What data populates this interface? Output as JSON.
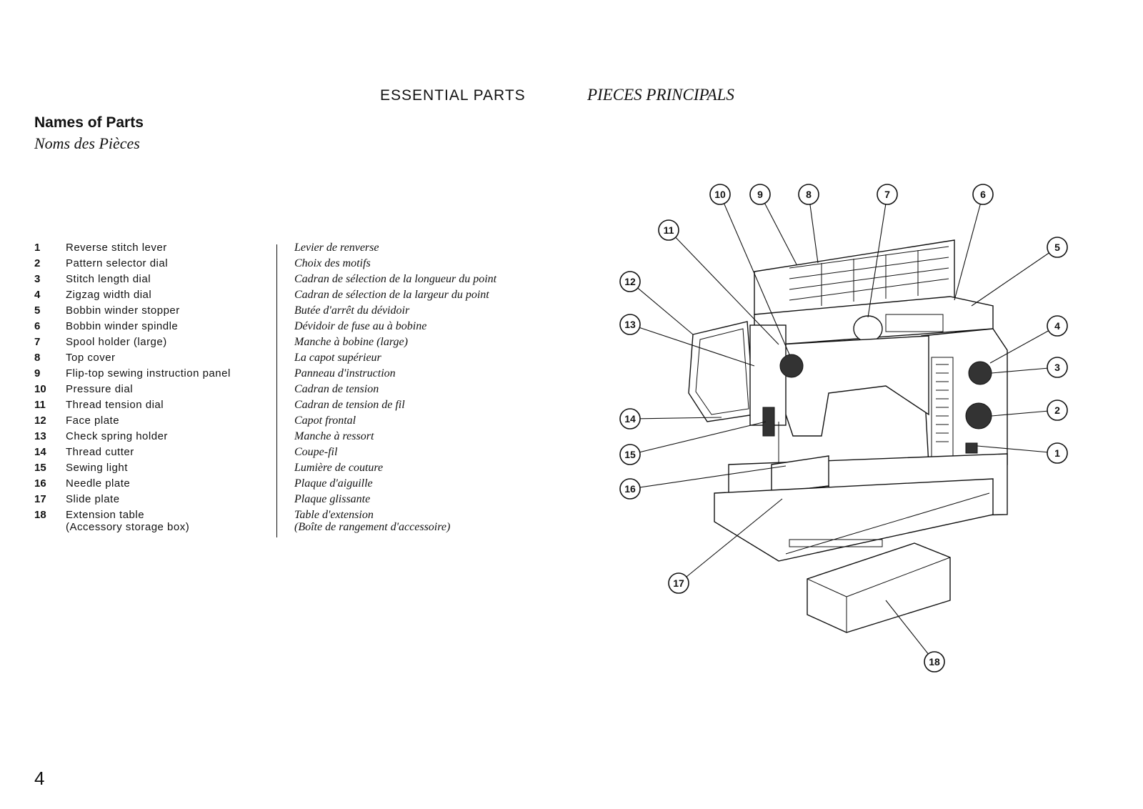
{
  "header": {
    "title_en": "ESSENTIAL PARTS",
    "title_fr": "PIECES PRINCIPALS"
  },
  "section": {
    "title_en": "Names of Parts",
    "title_fr": "Noms des Pièces"
  },
  "parts": [
    {
      "num": "1",
      "en": "Reverse stitch lever",
      "fr": "Levier de renverse"
    },
    {
      "num": "2",
      "en": "Pattern selector dial",
      "fr": "Choix des motifs"
    },
    {
      "num": "3",
      "en": "Stitch length dial",
      "fr": "Cadran de sélection de la longueur du point"
    },
    {
      "num": "4",
      "en": "Zigzag width dial",
      "fr": "Cadran de sélection de la largeur du point"
    },
    {
      "num": "5",
      "en": "Bobbin winder stopper",
      "fr": "Butée d'arrêt du dévidoir"
    },
    {
      "num": "6",
      "en": "Bobbin winder spindle",
      "fr": "Dévidoir de fuse au à bobine"
    },
    {
      "num": "7",
      "en": "Spool holder (large)",
      "fr": "Manche à bobine (large)"
    },
    {
      "num": "8",
      "en": "Top cover",
      "fr": "La capot supérieur"
    },
    {
      "num": "9",
      "en": "Flip-top sewing instruction panel",
      "fr": "Panneau d'instruction"
    },
    {
      "num": "10",
      "en": "Pressure dial",
      "fr": "Cadran de tension"
    },
    {
      "num": "11",
      "en": "Thread tension dial",
      "fr": "Cadran de tension de fil"
    },
    {
      "num": "12",
      "en": "Face plate",
      "fr": "Capot frontal"
    },
    {
      "num": "13",
      "en": "Check spring holder",
      "fr": "Manche à ressort"
    },
    {
      "num": "14",
      "en": "Thread cutter",
      "fr": "Coupe-fil"
    },
    {
      "num": "15",
      "en": "Sewing light",
      "fr": "Lumière de couture"
    },
    {
      "num": "16",
      "en": "Needle plate",
      "fr": "Plaque d'aiguille"
    },
    {
      "num": "17",
      "en": "Slide plate",
      "fr": "Plaque glissante"
    },
    {
      "num": "18",
      "en": "Extension table",
      "fr": "Table d'extension",
      "en_sub": "(Accessory storage box)",
      "fr_sub": "(Boîte de rangement d'accessoire)"
    }
  ],
  "page_number": "4",
  "diagram": {
    "callouts": [
      "1",
      "2",
      "3",
      "4",
      "5",
      "6",
      "7",
      "8",
      "9",
      "10",
      "11",
      "12",
      "13",
      "14",
      "15",
      "16",
      "17",
      "18"
    ]
  }
}
